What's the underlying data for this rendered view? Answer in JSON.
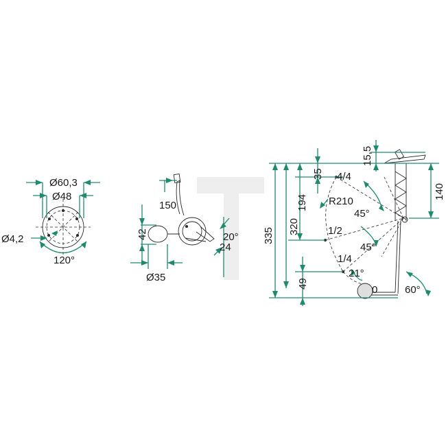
{
  "view_flange": {
    "dia_outer": "Ø60,3",
    "dia_bolt": "Ø48",
    "dia_hole": "Ø4,2",
    "angle": "120°"
  },
  "view_side": {
    "len": "150",
    "height": "42",
    "dia": "Ø35",
    "angle": "20°",
    "offset": "24"
  },
  "view_front": {
    "top_gap": "15,5",
    "d35": "35",
    "d194": "194",
    "d320": "320",
    "d335": "335",
    "d49": "49",
    "d140": "140",
    "radius": "R210",
    "angle_upper": "45°",
    "angle_lower": "45°",
    "angle_bottom": "21°",
    "angle_rod": "60°",
    "mark_full": "4/4",
    "mark_half": "1/2",
    "mark_quarter": "1/4",
    "mark_empty": "0"
  },
  "colors": {
    "dimension": "#1f8a6e",
    "outline": "#2a2a2a",
    "watermark": "#eeeeee"
  }
}
